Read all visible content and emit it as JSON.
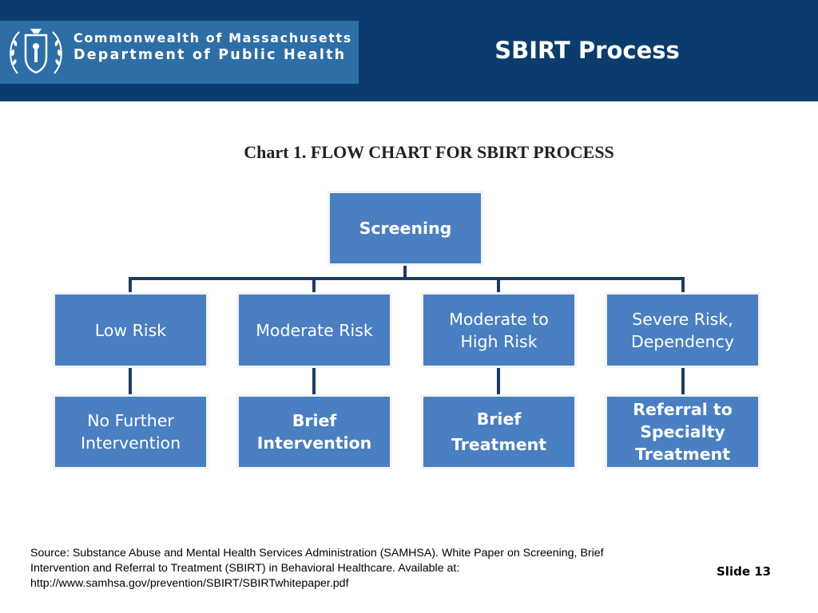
{
  "header": {
    "logo_line1": "Commonwealth of Massachusetts",
    "logo_line2": "Department of Public Health",
    "title": "SBIRT Process"
  },
  "diagram": {
    "title": "Chart 1. FLOW CHART FOR SBIRT PROCESS",
    "root": "Screening",
    "levels": [
      {
        "risk": "Low Risk",
        "action": "No Further\nIntervention"
      },
      {
        "risk": "Moderate Risk",
        "action": "Brief\nIntervention"
      },
      {
        "risk": "Moderate to\nHigh Risk",
        "action": "Brief\nTreatment"
      },
      {
        "risk": "Severe Risk,\nDependency",
        "action": "Referral to\nSpecialty\nTreatment"
      }
    ]
  },
  "footer": {
    "source_lines": [
      "Source: Substance Abuse and Mental Health Services Administration (SAMHSA).  White Paper on Screening, Brief",
      "Intervention and Referral to Treatment (SBIRT) in Behavioral Healthcare. Available at:",
      "http://www.samhsa.gov/prevention/SBIRT/SBIRTwhitepaper.pdf"
    ],
    "slide_label": "Slide 13"
  }
}
